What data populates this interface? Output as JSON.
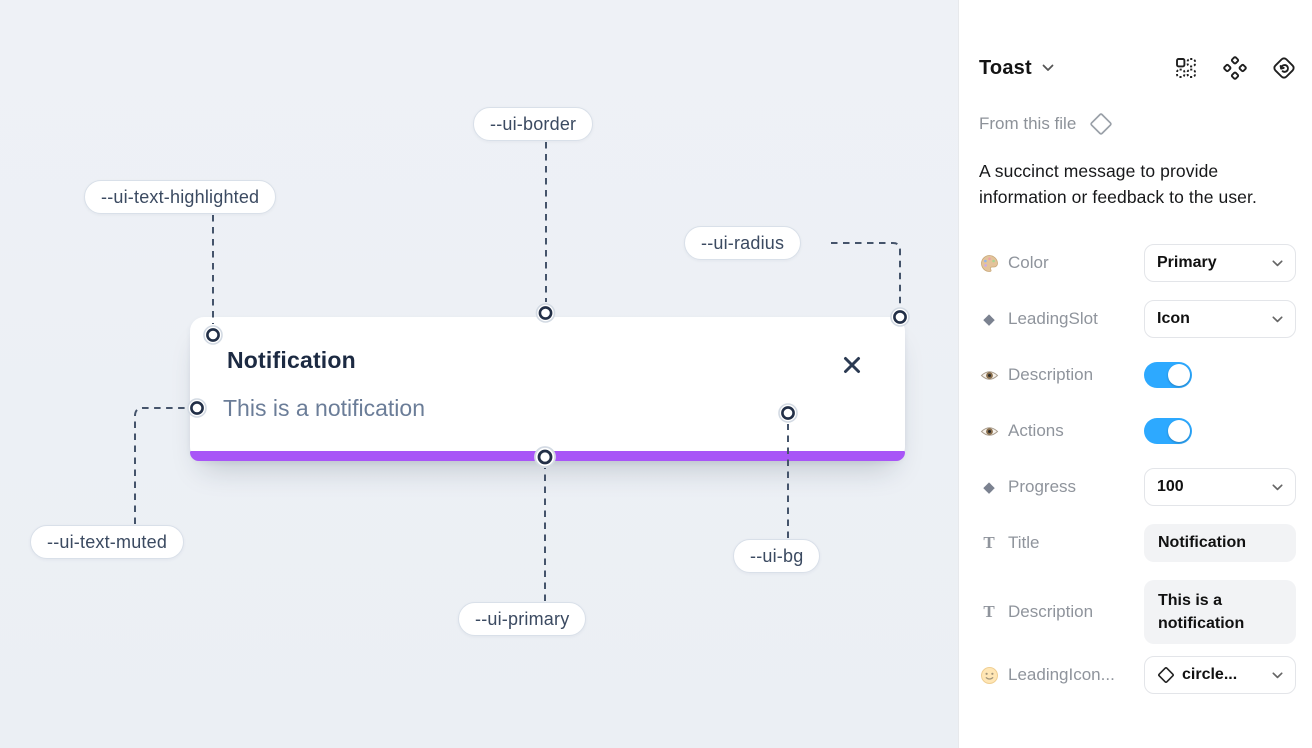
{
  "colors": {
    "accent_purple": "#a855f7",
    "toggle_blue": "#2da9ff",
    "canvas_bg": "#edf1f5",
    "pill_text": "#3b4a61",
    "toast_title_color": "#1c2a42",
    "toast_desc_color": "#6b7d98"
  },
  "canvas": {
    "toast": {
      "title": "Notification",
      "description": "This is a notification",
      "close_icon": "x-icon",
      "progress_bar": "purple full-width bar"
    },
    "annotations": [
      {
        "id": "ui-border",
        "label": "--ui-border"
      },
      {
        "id": "ui-text-highlighted",
        "label": "--ui-text-highlighted"
      },
      {
        "id": "ui-radius",
        "label": "--ui-radius"
      },
      {
        "id": "ui-text-muted",
        "label": "--ui-text-muted"
      },
      {
        "id": "ui-bg",
        "label": "--ui-bg"
      },
      {
        "id": "ui-primary",
        "label": "--ui-primary"
      }
    ]
  },
  "panel": {
    "title": "Toast",
    "header_icons": [
      "insert-grid-icon",
      "component-set-icon",
      "component-instance-icon"
    ],
    "source_label": "From this file",
    "source_icon": "diamond-outline-icon",
    "description": "A succinct message to provide information or feedback to the user.",
    "properties": [
      {
        "icon": "palette-icon",
        "label": "Color",
        "control": "select",
        "value": "Primary"
      },
      {
        "icon": "diamond-filled-icon",
        "glyph": "◆",
        "label": "LeadingSlot",
        "control": "select",
        "value": "Icon"
      },
      {
        "icon": "eye-icon",
        "label": "Description",
        "control": "toggle",
        "value": "on"
      },
      {
        "icon": "eye-icon",
        "label": "Actions",
        "control": "toggle",
        "value": "on"
      },
      {
        "icon": "diamond-filled-icon",
        "glyph": "◆",
        "label": "Progress",
        "control": "select",
        "value": "100"
      },
      {
        "icon": "text-icon",
        "glyph": "T",
        "label": "Title",
        "control": "input",
        "value": "Notification"
      },
      {
        "icon": "text-icon",
        "glyph": "T",
        "label": "Description",
        "control": "textarea",
        "value": "This is a notification"
      },
      {
        "icon": "smiley-icon",
        "label": "LeadingIcon...",
        "control": "select-icon",
        "value": "circle...",
        "value_icon": "diamond-outline-icon"
      }
    ]
  }
}
